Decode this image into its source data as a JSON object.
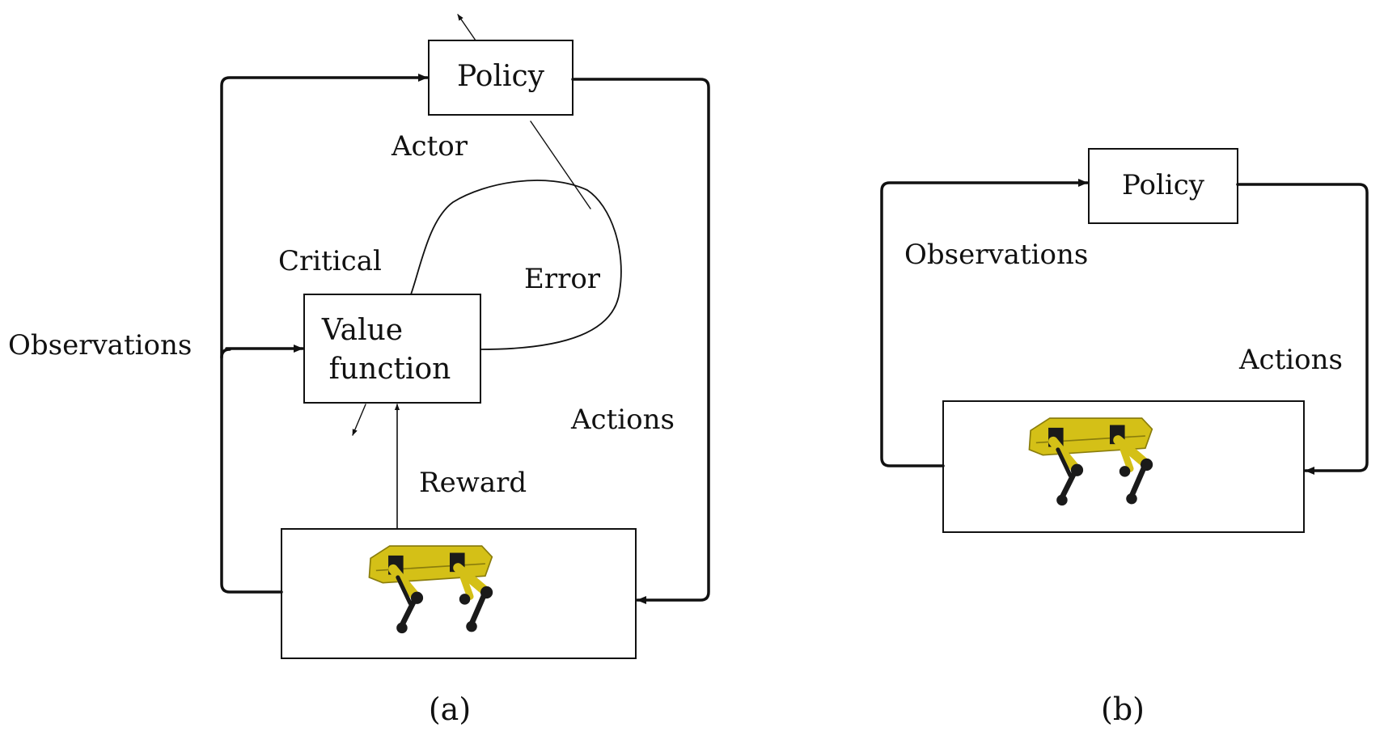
{
  "panel_a": {
    "policy_box": "Policy",
    "value_box_line1": "Value",
    "value_box_line2": "function",
    "actor_label": "Actor",
    "critical_label": "Critical",
    "error_label": "Error",
    "observations_label": "Observations",
    "actions_label": "Actions",
    "reward_label": "Reward",
    "caption": "(a)"
  },
  "panel_b": {
    "policy_box": "Policy",
    "observations_label": "Observations",
    "actions_label": "Actions",
    "caption": "(b)"
  },
  "colors": {
    "ink": "#111111",
    "robot_body": "#d4c017",
    "robot_dark": "#1a1a1a"
  },
  "icons": {
    "environment": "quadruped-robot-icon"
  }
}
